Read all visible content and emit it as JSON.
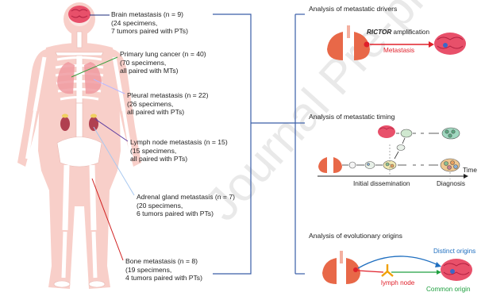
{
  "watermark": "Journal Pre-proof",
  "left_labels": {
    "brain": {
      "title": "Brain metastasis (n = 9)",
      "l1": "(24 specimens,",
      "l2": "7 tumors paired with PTs)"
    },
    "lung": {
      "title": "Primary lung cancer (n = 40)",
      "l1": "(70 specimens,",
      "l2": "all paired with MTs)"
    },
    "pleural": {
      "title": "Pleural metastasis (n = 22)",
      "l1": "(26 specimens,",
      "l2": "all paired with PTs)"
    },
    "lymph": {
      "title": "Lymph node metastasis (n = 15)",
      "l1": "(15 specimens,",
      "l2": "all paired with PTs)"
    },
    "adrenal": {
      "title": "Adrenal gland metastasis (n = 7)",
      "l1": "(20 specimens,",
      "l2": "6 tumors paired with PTs)"
    },
    "bone": {
      "title": "Bone metastasis (n = 8)",
      "l1": "(19 specimens,",
      "l2": "4 tumors paired with PTs)"
    }
  },
  "panels": {
    "drivers": {
      "title": "Analysis of metastatic drivers",
      "gene": "RICTOR",
      "amp": " amplification",
      "arrow_label": "Metastasis"
    },
    "timing": {
      "title": "Analysis of metastatic timing",
      "time": "Time",
      "initial": "Initial dissemination",
      "diagnosis": "Diagnosis"
    },
    "origins": {
      "title": "Analysis of evolutionary origins",
      "distinct": "Distinct origins",
      "lymph": "lymph node",
      "common": "Common origin"
    }
  },
  "colors": {
    "body": "#f8cfc9",
    "bone": "#ffffff",
    "brain": "#e8506a",
    "lung": "#e86848",
    "red": "#e0202a",
    "blue": "#1f6fc0",
    "green": "#20a040",
    "bracket": "#3a5ea8"
  }
}
